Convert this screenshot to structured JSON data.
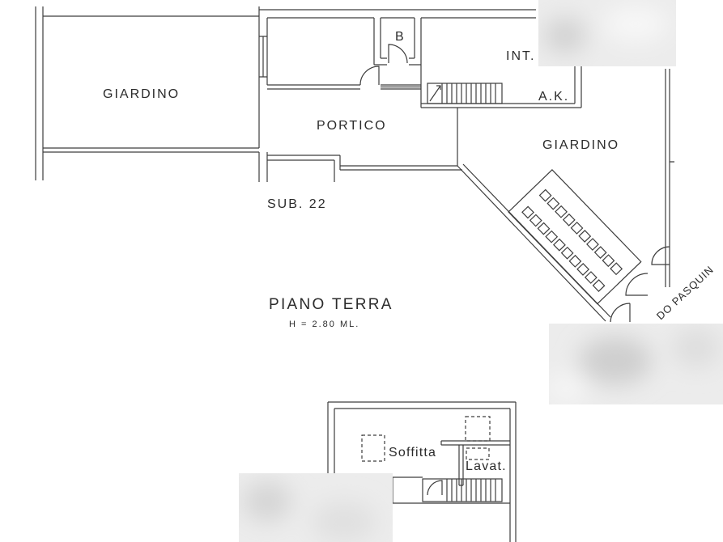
{
  "ground_floor": {
    "title": "PIANO TERRA",
    "height_note": "H = 2.80 ML.",
    "labels": {
      "garden_left": "GIARDINO",
      "bathroom": "B",
      "interior": "INT.",
      "ak": "A.K.",
      "portico": "PORTICO",
      "garden_right": "GIARDINO",
      "sub": "SUB. 22",
      "street": "DO PASQUIN"
    }
  },
  "attic_floor": {
    "labels": {
      "attic": "Soffitta",
      "laundry": "Lavat."
    }
  },
  "colors": {
    "background": "#ffffff",
    "line": "#3d3d3d",
    "text": "#2b2b2b",
    "redaction": "#ececec"
  }
}
